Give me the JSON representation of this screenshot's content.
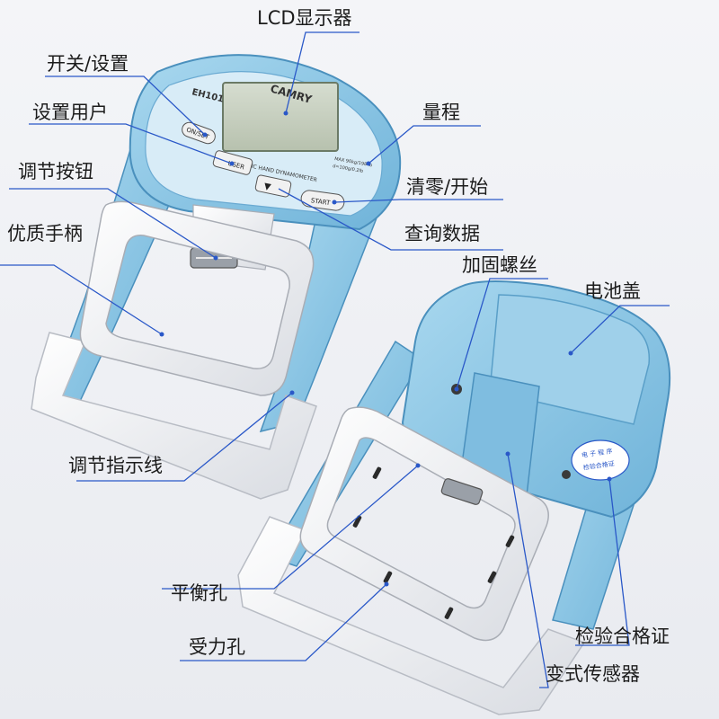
{
  "device": {
    "brand": "CAMRY",
    "model": "EH101",
    "subtitle": "ELECTRONIC HAND DYNAMOMETER",
    "buttons": {
      "onset": "ON/SET",
      "user": "USER",
      "start": "START"
    },
    "capacity": "MAX 90kg/198 lb",
    "division": "d=100g/0.2lb"
  },
  "certificate": {
    "lines": [
      "电 子 程 序",
      "检验合格证"
    ]
  },
  "callouts": {
    "lcd": "LCD显示器",
    "power_set": "开关/设置",
    "set_user": "设置用户",
    "adjust_knob": "调节按钮",
    "handle": "优质手柄",
    "range": "量程",
    "reset_start": "清零/开始",
    "query": "查询数据",
    "screw": "加固螺丝",
    "battery_cover": "电池盖",
    "indicator_line": "调节指示线",
    "balance_hole": "平衡孔",
    "force_hole": "受力孔",
    "certificate": "检验合格证",
    "sensor": "变式传感器"
  },
  "colors": {
    "body_blue": "#8fc9e6",
    "body_blue_dark": "#5aa6cf",
    "white_part": "#f3f4f6",
    "lcd_green": "#c7d0bf",
    "leader_line": "#2a58c8"
  }
}
